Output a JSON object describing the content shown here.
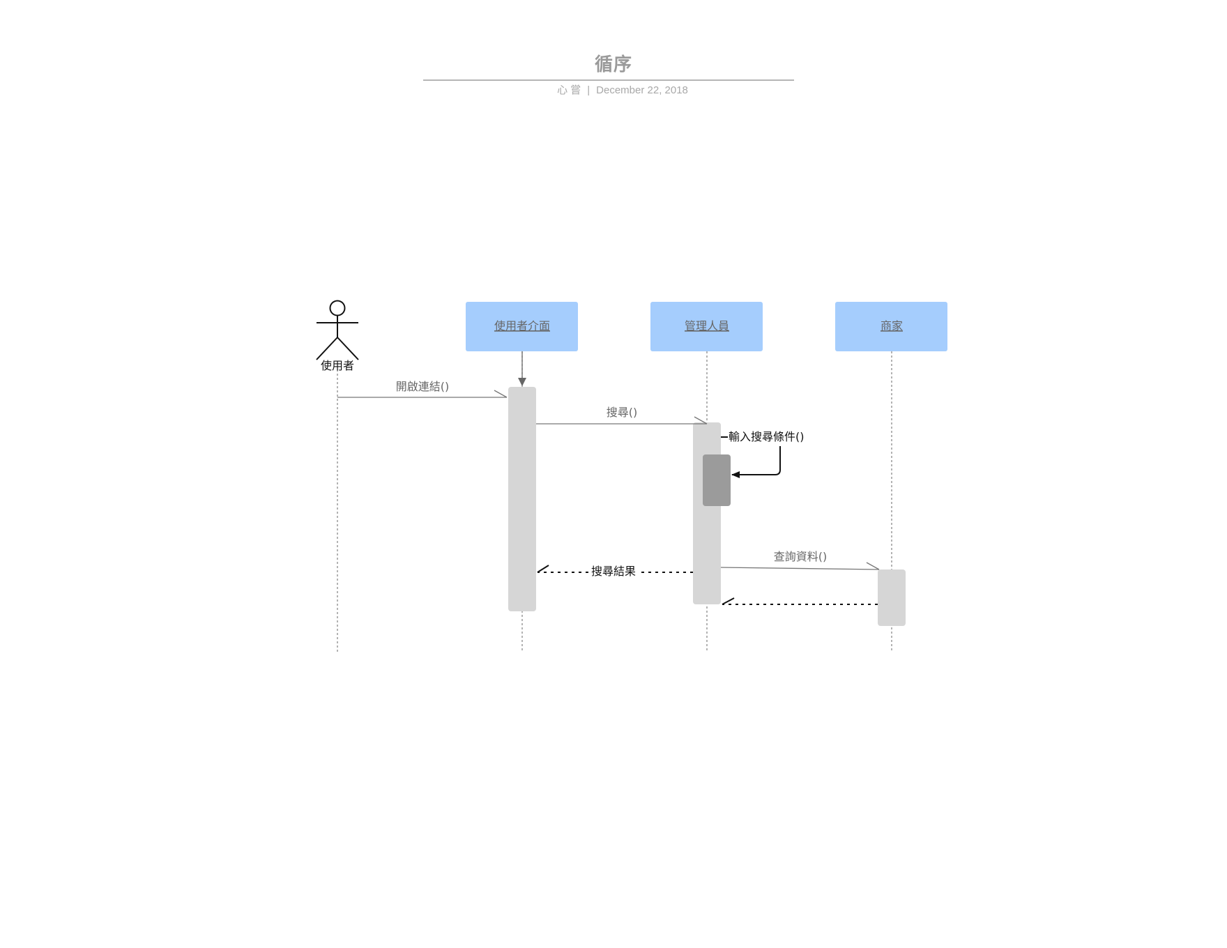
{
  "header": {
    "title": "循序",
    "author": "心 嘗",
    "separator": "|",
    "date": "December 22, 2018"
  },
  "diagram": {
    "actor": {
      "label": "使用者"
    },
    "participants": [
      {
        "label": "使用者介面"
      },
      {
        "label": "管理人員"
      },
      {
        "label": "商家"
      }
    ],
    "messages": {
      "open_connection": "開啟連結()",
      "search": "搜尋()",
      "input_criteria": "輸入搜尋條件()",
      "search_result": "搜尋結果",
      "query_data": "查詢資料()"
    },
    "colors": {
      "participant_fill": "#a5cdfd",
      "activation_fill": "#d6d6d6",
      "nested_activation_fill": "#9b9b9b",
      "line": "#777777",
      "text_gray": "#666666",
      "text_dark": "#111111"
    }
  }
}
